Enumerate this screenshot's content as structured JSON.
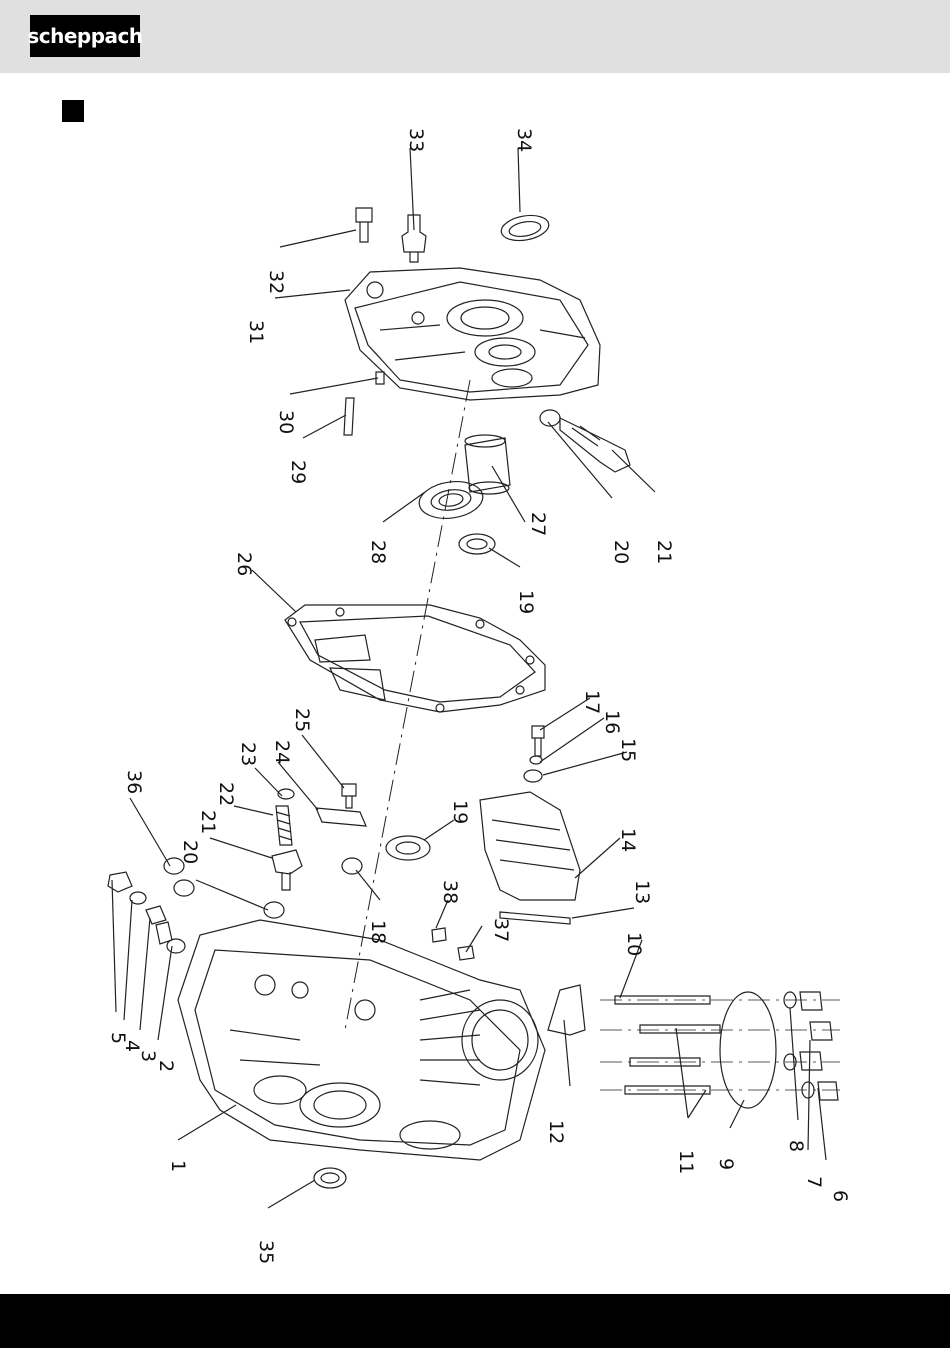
{
  "brand": {
    "logo_text": "scheppach"
  },
  "diagram": {
    "labels": [
      {
        "id": "l34",
        "text": "34"
      },
      {
        "id": "l33",
        "text": "33"
      },
      {
        "id": "l32",
        "text": "32"
      },
      {
        "id": "l31",
        "text": "31"
      },
      {
        "id": "l30",
        "text": "30"
      },
      {
        "id": "l29",
        "text": "29"
      },
      {
        "id": "l28",
        "text": "28"
      },
      {
        "id": "l27",
        "text": "27"
      },
      {
        "id": "l20a",
        "text": "20"
      },
      {
        "id": "l21a",
        "text": "21"
      },
      {
        "id": "l19a",
        "text": "19"
      },
      {
        "id": "l26",
        "text": "26"
      },
      {
        "id": "l25",
        "text": "25"
      },
      {
        "id": "l24",
        "text": "24"
      },
      {
        "id": "l23",
        "text": "23"
      },
      {
        "id": "l22",
        "text": "22"
      },
      {
        "id": "l21b",
        "text": "21"
      },
      {
        "id": "l20b",
        "text": "20"
      },
      {
        "id": "l36",
        "text": "36"
      },
      {
        "id": "l17",
        "text": "17"
      },
      {
        "id": "l16",
        "text": "16"
      },
      {
        "id": "l15",
        "text": "15"
      },
      {
        "id": "l19b",
        "text": "19"
      },
      {
        "id": "l14",
        "text": "14"
      },
      {
        "id": "l18",
        "text": "18"
      },
      {
        "id": "l38",
        "text": "38"
      },
      {
        "id": "l13",
        "text": "13"
      },
      {
        "id": "l37",
        "text": "37"
      },
      {
        "id": "l10",
        "text": "10"
      },
      {
        "id": "l5",
        "text": "5"
      },
      {
        "id": "l4",
        "text": "4"
      },
      {
        "id": "l3",
        "text": "3"
      },
      {
        "id": "l2",
        "text": "2"
      },
      {
        "id": "l12",
        "text": "12"
      },
      {
        "id": "l1",
        "text": "1"
      },
      {
        "id": "l11",
        "text": "11"
      },
      {
        "id": "l9",
        "text": "9"
      },
      {
        "id": "l8",
        "text": "8"
      },
      {
        "id": "l7",
        "text": "7"
      },
      {
        "id": "l6",
        "text": "6"
      },
      {
        "id": "l35",
        "text": "35"
      }
    ]
  }
}
